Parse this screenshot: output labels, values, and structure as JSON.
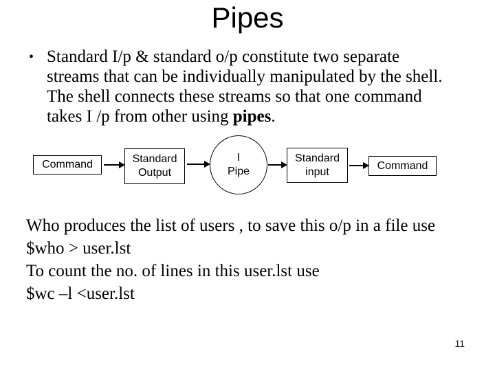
{
  "title": "Pipes",
  "bullet": {
    "marker": "•",
    "text": "Standard I/p & standard o/p constitute two separate streams that can be individually manipulated by the shell. The shell connects these streams so that one command takes I /p from other using ",
    "bold": "pipes",
    "suffix": "."
  },
  "diagram": {
    "command_left": "Command",
    "standard_output": "Standard\nOutput",
    "pipe": "I\nPipe",
    "standard_input": "Standard\ninput",
    "command_right": "Command"
  },
  "body": {
    "paragraphs": [
      "Who produces the list of users , to save this o/p in a file use",
      "$who > user.lst",
      "To count the no. of lines in this user.lst use",
      "$wc –l <user.lst"
    ]
  },
  "page_number": "11",
  "colors": {
    "background": "#ffffff",
    "text": "#000000"
  }
}
